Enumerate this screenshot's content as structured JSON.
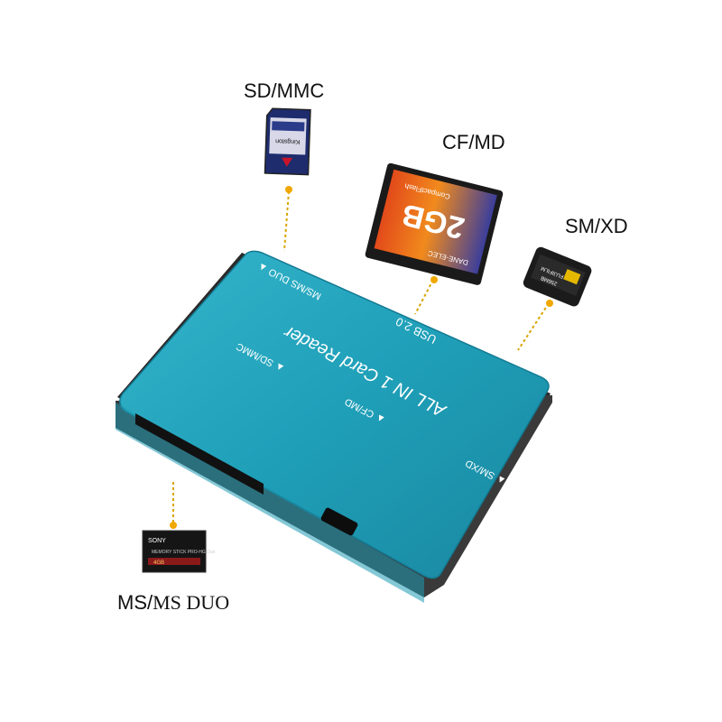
{
  "labels": {
    "sd": "SD/MMC",
    "cf": "CF/MD",
    "sm": "SM/XD",
    "ms_a": "MS/",
    "ms_b": "MS DUO"
  },
  "reader": {
    "title": "ALL IN 1 Card Reader",
    "slot_sd": "▲ SD/MMC",
    "slot_cf": "▲ CF/MD",
    "slot_sm": "▲ SM/XD",
    "slot_ms": "MS/MS DUO ▲",
    "usb": "USB 2.0"
  },
  "cards": {
    "sd_brand": "Kingston",
    "cf_capacity": "2GB",
    "cf_brand": "DANE-ELEC",
    "cf_type": "CompactFlash",
    "xd_brand": "FUJIFILM",
    "xd_capacity": "256MB",
    "ms_brand": "SONY",
    "ms_type": "MEMORY STICK PRO-HG Duo",
    "ms_capacity": "4GB"
  },
  "colors": {
    "reader_body": "#1f9fb8",
    "leader": "#f0a800"
  }
}
